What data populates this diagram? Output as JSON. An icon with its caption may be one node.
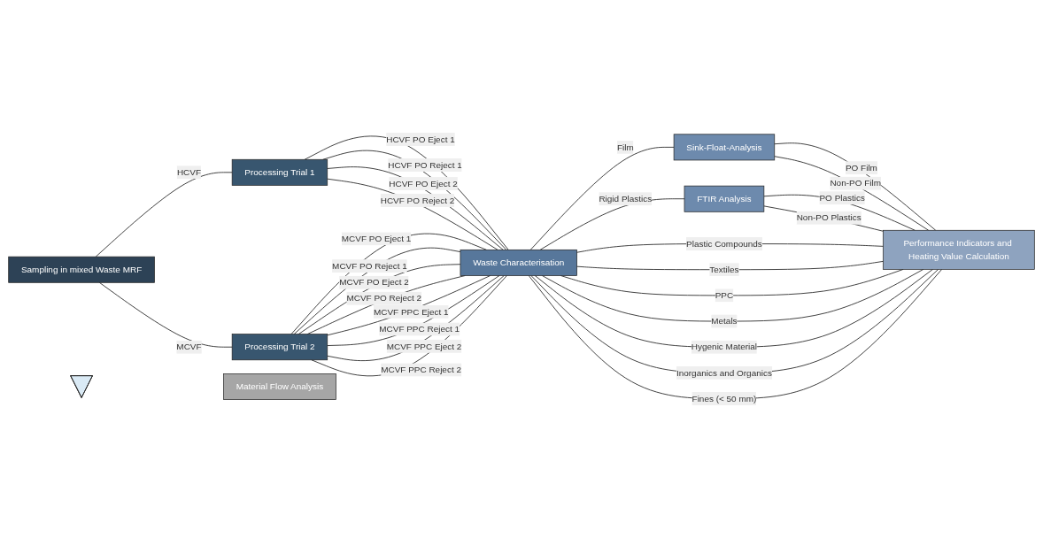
{
  "diagram": {
    "nodes": [
      {
        "text": [
          "Sampling in mixed Waste MRF"
        ]
      },
      {
        "text": [
          "Processing Trial 1"
        ]
      },
      {
        "text": [
          "Processing Trial 2"
        ]
      },
      {
        "text": [
          "Waste Characterisation"
        ]
      },
      {
        "text": [
          "Sink-Float-Analysis"
        ]
      },
      {
        "text": [
          "FTIR Analysis"
        ]
      },
      {
        "text": [
          "Performance Indicators and Heating Value Calculation"
        ]
      },
      {
        "text": [],
        "shape": "triangle"
      },
      {
        "text": [
          "Material Flow Analysis"
        ]
      }
    ],
    "edges": [
      {
        "from": 0,
        "to": 1,
        "arrow": "none",
        "label": "HCVF"
      },
      {
        "from": 0,
        "to": 2,
        "arrow": "none",
        "label": "MCVF"
      },
      {
        "from": 1,
        "to": 3,
        "arrow": "none",
        "label": "HCVF PO Eject 1"
      },
      {
        "from": 1,
        "to": 3,
        "arrow": "none",
        "label": "HCVF PO Reject 1"
      },
      {
        "from": 1,
        "to": 3,
        "arrow": "none",
        "label": "HCVF PO Eject 2"
      },
      {
        "from": 1,
        "to": 3,
        "arrow": "none",
        "label": "HCVF PO Reject 2"
      },
      {
        "from": 2,
        "to": 3,
        "arrow": "none",
        "label": "MCVF PO Eject 1"
      },
      {
        "from": 2,
        "to": 3,
        "arrow": "none",
        "label": "MCVF PO Reject 1"
      },
      {
        "from": 2,
        "to": 3,
        "arrow": "none",
        "label": "MCVF PO Eject 2"
      },
      {
        "from": 2,
        "to": 3,
        "arrow": "none",
        "label": "MCVF PO Reject 2"
      },
      {
        "from": 2,
        "to": 3,
        "arrow": "none",
        "label": "MCVF PPC Eject 1"
      },
      {
        "from": 2,
        "to": 3,
        "arrow": "none",
        "label": "MCVF PPC Reject 1"
      },
      {
        "from": 2,
        "to": 3,
        "arrow": "none",
        "label": "MCVF PPC Eject 2"
      },
      {
        "from": 2,
        "to": 3,
        "arrow": "none",
        "label": "MCVF PPC Reject 2"
      },
      {
        "from": 3,
        "to": 4,
        "arrow": "none",
        "label": "Film"
      },
      {
        "from": 3,
        "to": 5,
        "arrow": "none",
        "label": "Rigid Plastics"
      },
      {
        "from": 4,
        "to": 6,
        "arrow": "none",
        "label": "PO Film"
      },
      {
        "from": 4,
        "to": 6,
        "arrow": "none",
        "label": "Non-PO Film"
      },
      {
        "from": 5,
        "to": 6,
        "arrow": "none",
        "label": "PO Plastics"
      },
      {
        "from": 5,
        "to": 6,
        "arrow": "none",
        "label": "Non-PO Plastics"
      },
      {
        "from": 3,
        "to": 6,
        "arrow": "none",
        "label": "Plastic Compounds"
      },
      {
        "from": 3,
        "to": 6,
        "arrow": "none",
        "label": "Textiles"
      },
      {
        "from": 3,
        "to": 6,
        "arrow": "none",
        "label": "PPC"
      },
      {
        "from": 3,
        "to": 6,
        "arrow": "none",
        "label": "Metals"
      },
      {
        "from": 3,
        "to": 6,
        "arrow": "none",
        "label": "Hygenic Material"
      },
      {
        "from": 3,
        "to": 6,
        "arrow": "none",
        "label": "Inorganics and Organics"
      },
      {
        "from": 3,
        "to": 6,
        "arrow": "none",
        "label": "Fines (< 50 mm)"
      }
    ]
  }
}
